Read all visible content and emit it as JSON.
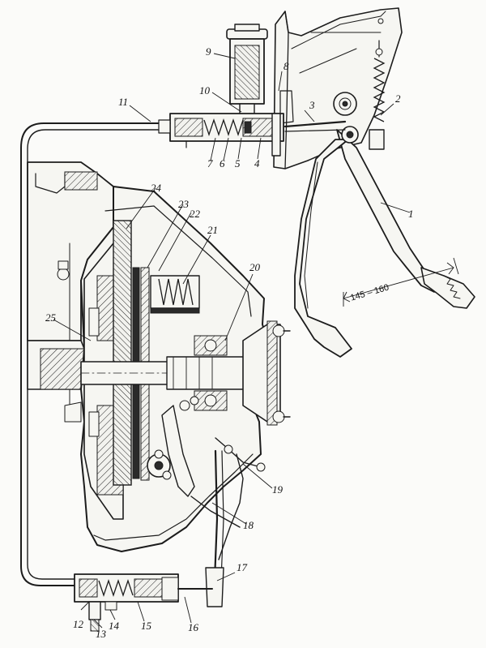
{
  "diagram": {
    "labels": [
      {
        "id": "1",
        "text": "1"
      },
      {
        "id": "2",
        "text": "2"
      },
      {
        "id": "3",
        "text": "3"
      },
      {
        "id": "4",
        "text": "4"
      },
      {
        "id": "5",
        "text": "5"
      },
      {
        "id": "6",
        "text": "6"
      },
      {
        "id": "7",
        "text": "7"
      },
      {
        "id": "8",
        "text": "8"
      },
      {
        "id": "9",
        "text": "9"
      },
      {
        "id": "10",
        "text": "10"
      },
      {
        "id": "11",
        "text": "11"
      },
      {
        "id": "12",
        "text": "12"
      },
      {
        "id": "13",
        "text": "13"
      },
      {
        "id": "14",
        "text": "14"
      },
      {
        "id": "15",
        "text": "15"
      },
      {
        "id": "16",
        "text": "16"
      },
      {
        "id": "17",
        "text": "17"
      },
      {
        "id": "18",
        "text": "18"
      },
      {
        "id": "19",
        "text": "19"
      },
      {
        "id": "20",
        "text": "20"
      },
      {
        "id": "21",
        "text": "21"
      },
      {
        "id": "22",
        "text": "22"
      },
      {
        "id": "23",
        "text": "23"
      },
      {
        "id": "24",
        "text": "24"
      },
      {
        "id": "25",
        "text": "25"
      }
    ],
    "dimension": "145 – 160"
  }
}
